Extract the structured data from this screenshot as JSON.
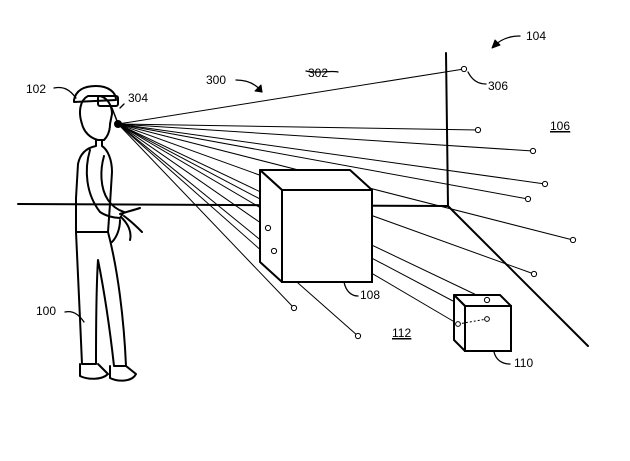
{
  "labels": {
    "person": "100",
    "headset": "102",
    "environment": "104",
    "wall": "106",
    "large_box": "108",
    "small_box": "110",
    "floor": "112",
    "ray_group": "300",
    "ray": "302",
    "emitter": "304",
    "hit_point": "306"
  },
  "underlined": [
    "106",
    "112"
  ]
}
